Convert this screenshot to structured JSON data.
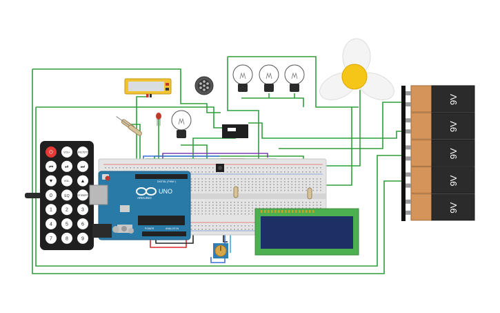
{
  "remote": {
    "buttons": [
      "⏻",
      "VOL+",
      "FUNC/STOP",
      "⏮",
      "⏯",
      "⏭",
      "▼",
      "VOL-",
      "▲",
      "0",
      "EQ",
      "ST/REPT",
      "1",
      "2",
      "3",
      "4",
      "5",
      "6",
      "7",
      "8",
      "9"
    ]
  },
  "arduino": {
    "brand": "ARDUINO",
    "model": "UNO",
    "header_label": "DIGITAL (PWM~)",
    "power_label": "POWER",
    "analog_label": "ANALOG IN"
  },
  "battery": {
    "cells": [
      "9V",
      "9V",
      "9V",
      "9V",
      "9V"
    ]
  },
  "lcd": {
    "text": ""
  },
  "colors": {
    "wire_green": "#2e9e3a",
    "wire_red": "#d9262c",
    "wire_black": "#222222",
    "wire_blue": "#3a6fd8",
    "wire_purple": "#7a3fb0",
    "wire_brown": "#8b5a2b",
    "wire_cyan": "#3aa9d8",
    "arduino_board": "#2a7aa8",
    "lcd_board": "#4caf50",
    "lcd_screen": "#1e2f66",
    "battery_copper": "#d4945a",
    "battery_black": "#2b2b2b",
    "fan_blade": "#f4f4f4",
    "fan_hub": "#f5c518"
  },
  "components": [
    "ir-remote",
    "arduino-uno",
    "breadboard",
    "lcd-16x2",
    "potentiometer",
    "battery-pack",
    "ceiling-fan",
    "light-bulbs",
    "relay",
    "speaker",
    "voltmeter"
  ]
}
